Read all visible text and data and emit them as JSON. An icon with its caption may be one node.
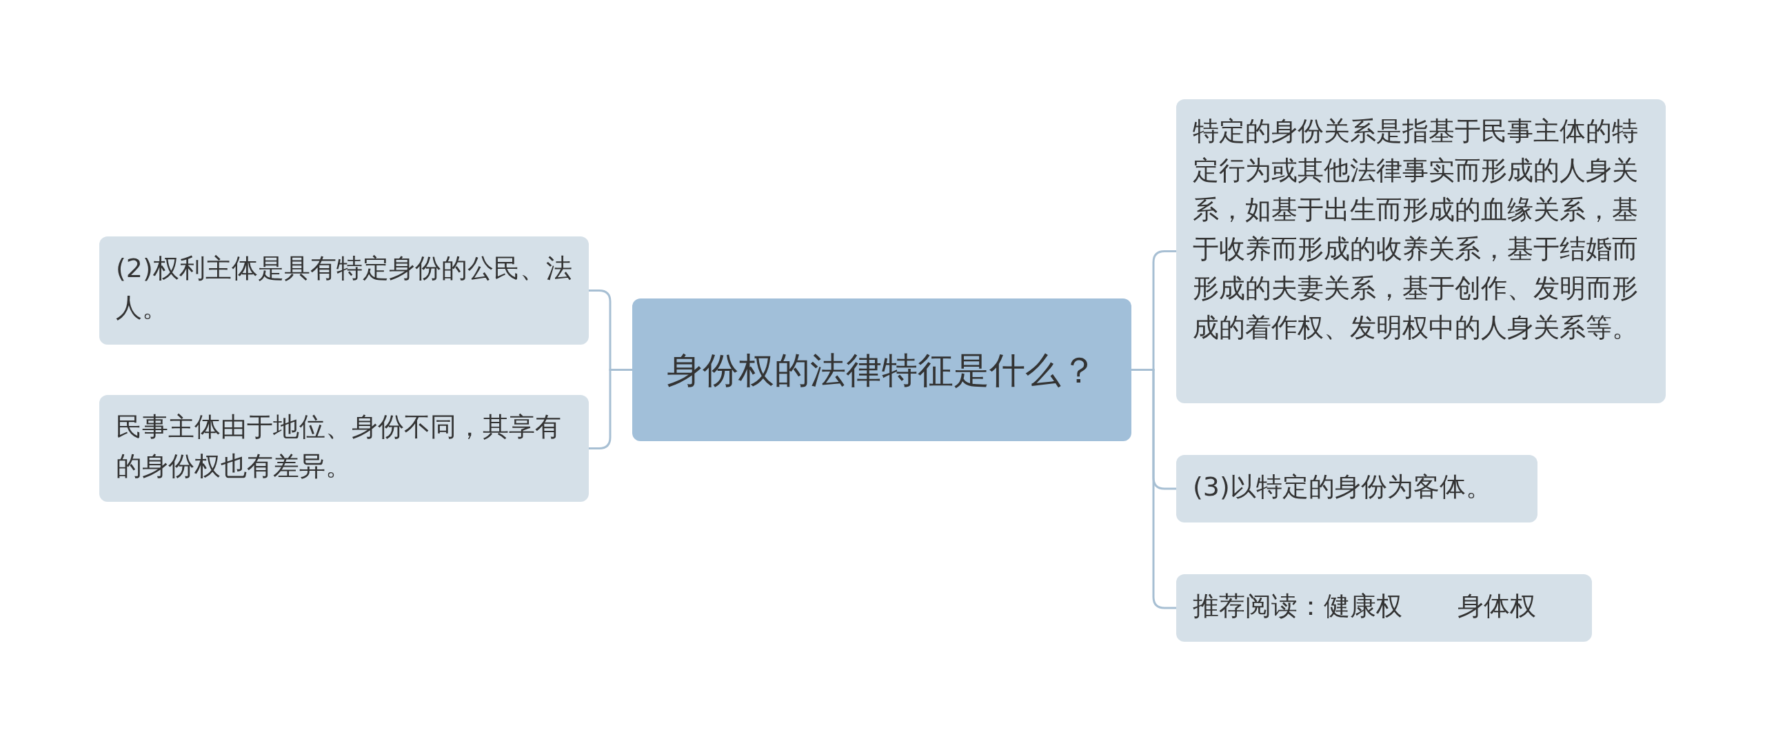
{
  "diagram": {
    "nodes": [
      {
        "text": [
          "身份权的法律特征是什么？"
        ]
      },
      {
        "text": [
          "(2)权利主体是具有特定身份的公民、法人。"
        ]
      },
      {
        "text": [
          "民事主体由于地位、身份不同，其享有的身份权也有差异。"
        ]
      },
      {
        "text": [
          "特定的身份关系是指基于民事主体的特定行为或其他法律事实而形成的人身关系，如基于出生而形成的血缘关系，基于收养而形成的收养关系，基于结婚而形成的夫妻关系，基于创作、发明而形成的着作权、发明权中的人身关系等。"
        ]
      },
      {
        "text": [
          "(3)以特定的身份为客体。"
        ]
      },
      {
        "text": [
          "推荐阅读：健康权",
          "身体权"
        ]
      }
    ],
    "edges": [
      {
        "from": 0,
        "to": 1,
        "arrow": "none"
      },
      {
        "from": 0,
        "to": 2,
        "arrow": "none"
      },
      {
        "from": 0,
        "to": 3,
        "arrow": "none"
      },
      {
        "from": 0,
        "to": 4,
        "arrow": "none"
      },
      {
        "from": 0,
        "to": 5,
        "arrow": "none"
      }
    ]
  }
}
